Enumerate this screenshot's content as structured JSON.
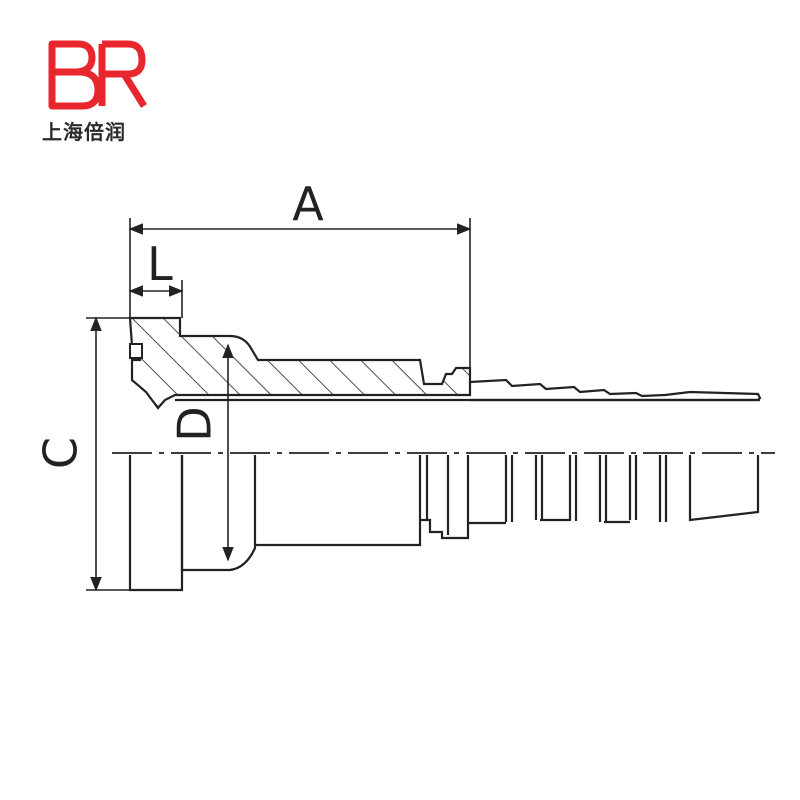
{
  "brand": {
    "logo_text": "BR",
    "company_name": "上海倍润",
    "logo_color": "#e8262d",
    "text_color": "#2b2b2b"
  },
  "drawing": {
    "line_color": "#222222",
    "dimensions": {
      "A": "A",
      "L": "L",
      "C": "C",
      "D": "D"
    }
  }
}
